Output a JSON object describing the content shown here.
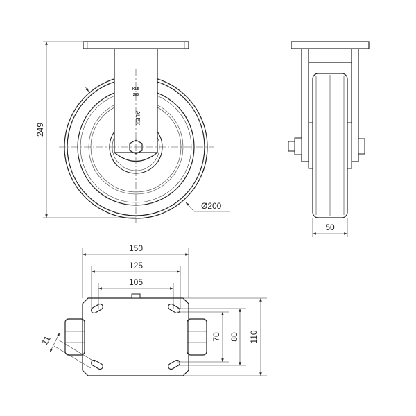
{
  "front_view": {
    "height_dim": "249",
    "diameter_dim": "Ø200",
    "stamp_line1": "KLB",
    "stamp_line2": "200",
    "brand": "ALEX"
  },
  "side_view": {
    "width_dim": "50"
  },
  "bottom_view": {
    "plate_width_dim": "150",
    "hole_outer_dim": "125",
    "hole_inner_dim": "105",
    "hole_inner_v_dim": "70",
    "hole_outer_v_dim": "80",
    "plate_length_dim": "110",
    "slot_width_dim": "11"
  },
  "colors": {
    "line": "#222222",
    "background": "#ffffff"
  }
}
